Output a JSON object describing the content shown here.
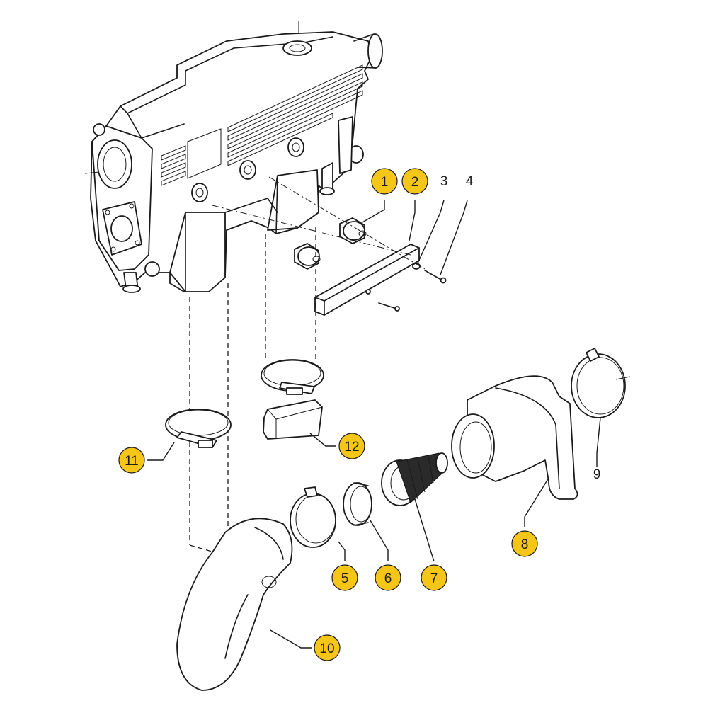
{
  "diagram": {
    "style": "exploded parts diagram (black line art)",
    "badge_color": "#f5c518",
    "callouts": [
      {
        "label": "1",
        "part": "mounting-bushing",
        "badged": true
      },
      {
        "label": "2",
        "part": "mounting-bracket",
        "badged": true
      },
      {
        "label": "3",
        "part": "washer",
        "badged": false
      },
      {
        "label": "4",
        "part": "bolt",
        "badged": false
      },
      {
        "label": "5",
        "part": "hose-clamp",
        "badged": true
      },
      {
        "label": "6",
        "part": "adapter-ring",
        "badged": true
      },
      {
        "label": "7",
        "part": "cone-air-filter",
        "badged": true
      },
      {
        "label": "8",
        "part": "filter-housing",
        "badged": true
      },
      {
        "label": "9",
        "part": "large-hose-clamp",
        "badged": false
      },
      {
        "label": "10",
        "part": "intake-hose",
        "badged": true
      },
      {
        "label": "11",
        "part": "hose-clamp",
        "badged": true
      },
      {
        "label": "12",
        "part": "rectangular-seal",
        "badged": true
      }
    ]
  }
}
